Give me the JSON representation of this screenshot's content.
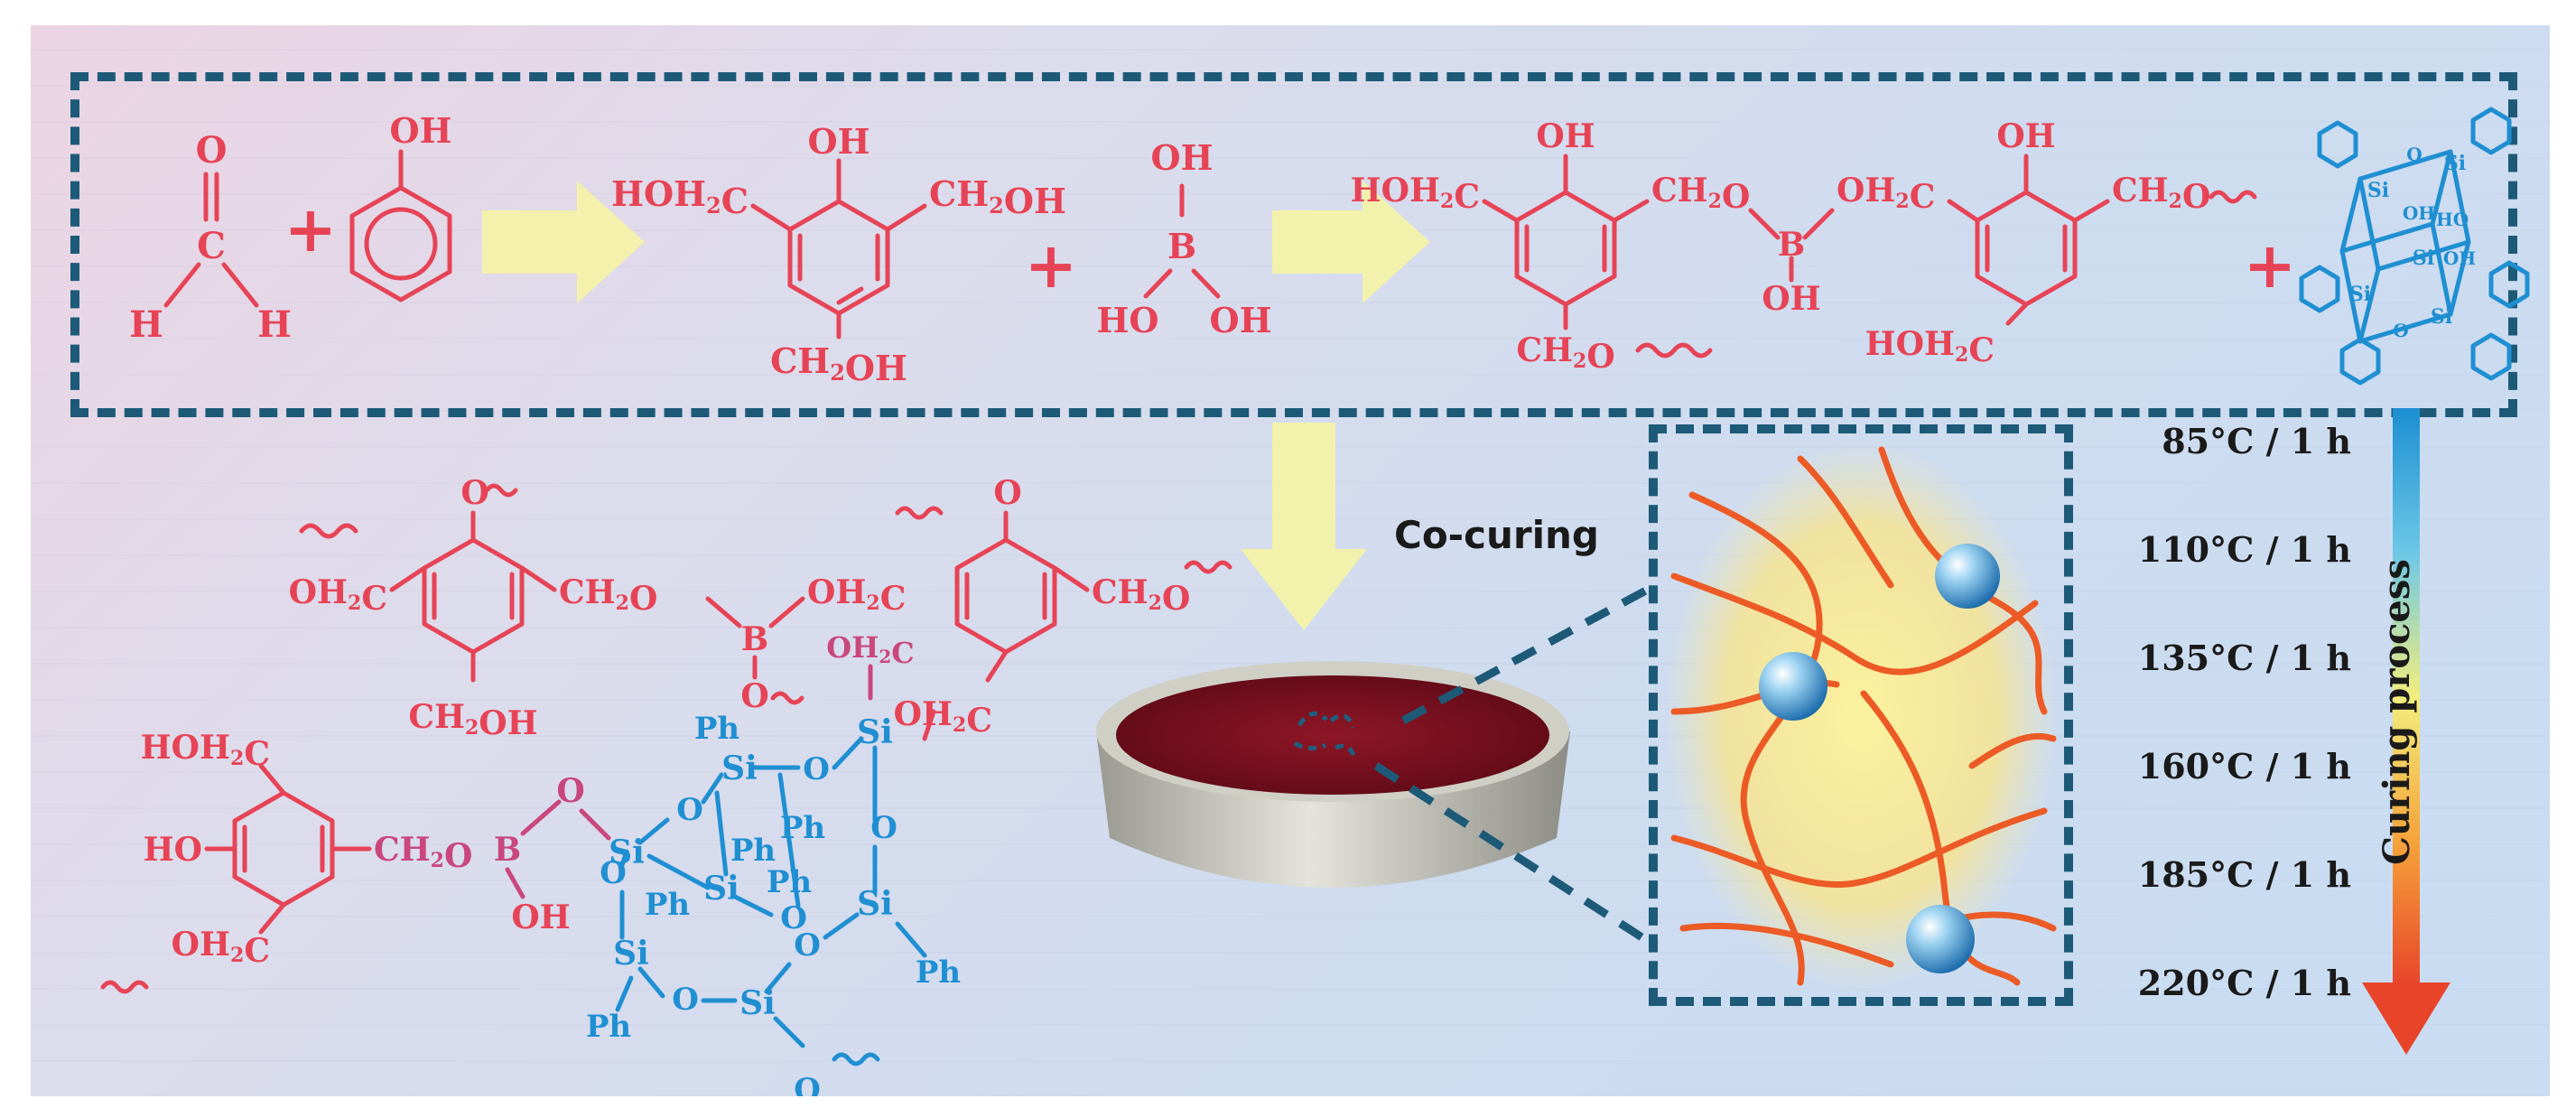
{
  "colors": {
    "novolac": "#e64456",
    "linker": "#c9477d",
    "silsesquioxane": "#1f8fd2",
    "box_dash": "#1d5a78",
    "arrow_yellow": "#f4f3a6",
    "network_chain": "#ec5a25",
    "sphere": "#3f9bd4",
    "resin": "#7b0e1c"
  },
  "reaction": {
    "formaldehyde": {
      "O": "O",
      "C": "C",
      "H_left": "H",
      "H_right": "H"
    },
    "phenol": {
      "OH": "OH"
    },
    "plus_1": "+",
    "plus_2": "+",
    "plus_3": "+",
    "hydroxymethylphenol": {
      "left": "HOH2C",
      "top": "OH",
      "right": "CH2OH",
      "bottom": "CH2OH"
    },
    "boric_acid": {
      "top": "OH",
      "B": "B",
      "left": "HO",
      "right": "OH"
    },
    "borate_resin": {
      "ring1_left": "HOH2C",
      "ring1_top": "OH",
      "ring1_right": "CH2O",
      "ring1_bottom": "CH2O",
      "B": "B",
      "B_bottom": "OH",
      "linker": "OH2C",
      "ring2_top": "OH",
      "ring2_right": "CH2O",
      "ring2_bottom": "HOH2C"
    },
    "cage": {
      "si": "Si",
      "o": "O",
      "oh": "OH",
      "ho": "HO"
    }
  },
  "product": {
    "upper": {
      "left": "OH2C",
      "top_o": "O",
      "ch2o_1": "CH2O",
      "B": "B",
      "linker": "OH2C",
      "B_o": "O",
      "bottom": "CH2OH",
      "top_o_2": "O",
      "ch2o_2": "CH2O",
      "oh2c_low": "OH2C"
    },
    "lower": {
      "top": "HOH2C",
      "ho": "HO",
      "bottom": "OH2C",
      "linker": "CH2O",
      "B": "B",
      "B_oh": "OH"
    },
    "cage": {
      "ph": "Ph",
      "si": "Si",
      "o": "O",
      "top_o": "O"
    }
  },
  "cocuring": {
    "label": "Co-curing"
  },
  "curing": {
    "steps": [
      "85°C / 1 h",
      "110°C / 1 h",
      "135°C / 1 h",
      "160°C / 1 h",
      "185°C / 1 h",
      "220°C / 1 h"
    ],
    "label": "Curing process"
  }
}
